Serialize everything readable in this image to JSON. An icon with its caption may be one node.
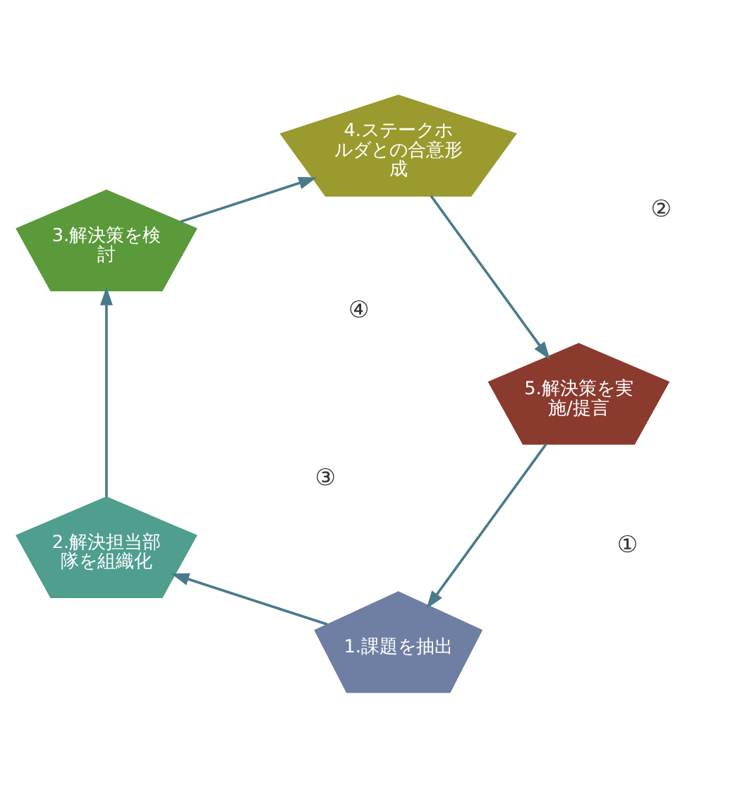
{
  "diagram": {
    "nodes": [
      {
        "text": [
          "1.課題を抽出"
        ]
      },
      {
        "text": [
          "2.解決担当部隊を組織化"
        ]
      },
      {
        "text": [
          "3.解決策を検討"
        ]
      },
      {
        "text": [
          "4.ステークホルダとの合意形成"
        ]
      },
      {
        "text": [
          "5.解決策を実施/提言"
        ]
      }
    ],
    "edges": [
      {
        "from": 0,
        "to": 1,
        "arrow": "to"
      },
      {
        "from": 1,
        "to": 2,
        "arrow": "to"
      },
      {
        "from": 2,
        "to": 3,
        "arrow": "to"
      },
      {
        "from": 3,
        "to": 4,
        "arrow": "to"
      },
      {
        "from": 4,
        "to": 0,
        "arrow": "to"
      }
    ],
    "labels": [
      "④",
      "③",
      "①",
      "②"
    ]
  }
}
